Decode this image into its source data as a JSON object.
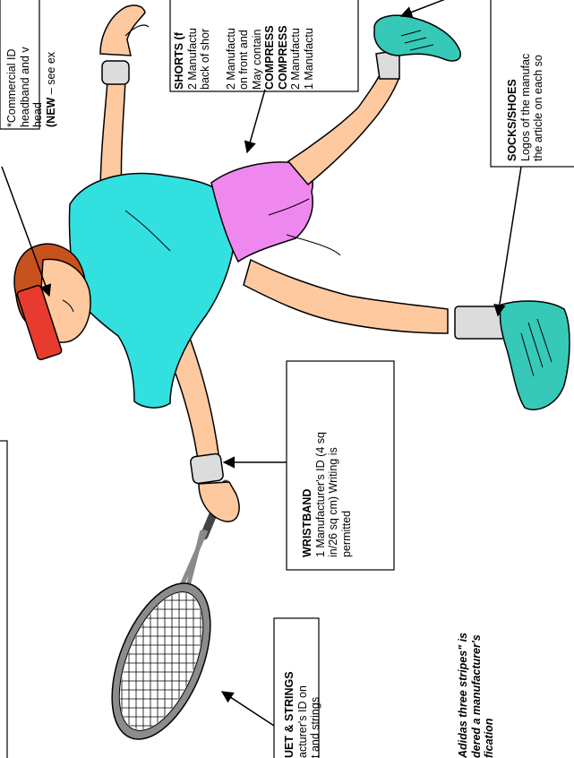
{
  "head_note": {
    "line1": "*Commercial ID",
    "line2": "headband and v",
    "line3": "head",
    "line4_bold": "(NEW",
    "line4_rest": " –  see ex"
  },
  "shorts": {
    "title": "SHORTS (f",
    "line1": "2 Manufactu",
    "line2": "back of shor",
    "line3": "2 Manufactu",
    "line4": "on front and",
    "line5": "May contain",
    "line6": "COMPRESS",
    "line7": "COMPRESS",
    "line8": "2 Manufactu",
    "line9": "1 Manufactu"
  },
  "socks": {
    "title": "SOCKS/SHOES",
    "line1": "Logos of the manufac",
    "line2": "the article on  each so"
  },
  "wristband": {
    "title": "WRISTBAND",
    "line1": "1 Manufacturer's  ID (4 sq",
    "line2": "in/26 sq cm) Writing is",
    "line3": "permitted"
  },
  "racquet": {
    "title": "UET & STRINGS",
    "line1": "acturer's ID on",
    "line2": "t and strings"
  },
  "adidas_note": {
    "line1": "Adidas three stripes\" is",
    "line2": "dered a manufacturer's",
    "line3": "fication"
  },
  "colors": {
    "shirt": "#33e0e0",
    "shorts": "#ee88ee",
    "skin": "#ffc9a0",
    "hair": "#c8521e",
    "headband": "#e63b2e",
    "sock": "#dcdcdc",
    "shoe": "#36c9b8",
    "racquet": "#8a8a8a"
  }
}
